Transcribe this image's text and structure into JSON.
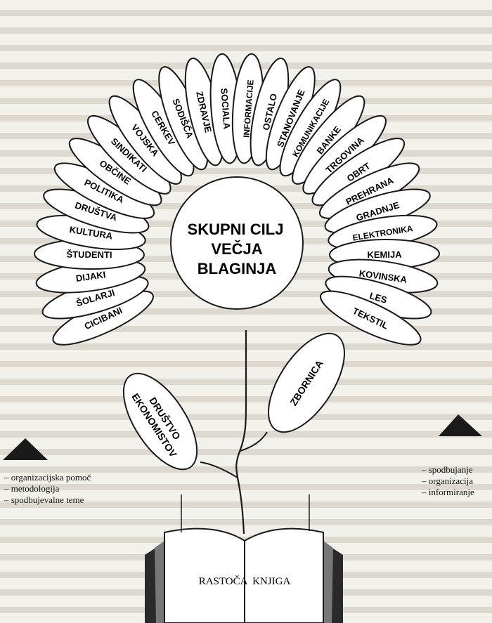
{
  "center": {
    "lines": [
      "SKUPNI CILJ",
      "VEČJA",
      "BLAGINJA"
    ]
  },
  "petals": [
    "CICIBANI",
    "ŠOLARJI",
    "DIJAKI",
    "ŠTUDENTI",
    "KULTURA",
    "DRUŠTVA",
    "POLITIKA",
    "OBČINE",
    "SINDIKATI",
    "VOJSKA",
    "CERKEV",
    "SODIŠČA",
    "ZDRAVJE",
    "SOCIALA",
    "INFORMACIJE",
    "OSTALO",
    "STANOVANJE",
    "KOMUNIKACIJE",
    "BANKE",
    "TRGOVINA",
    "OBRT",
    "PREHRANA",
    "GRADNJE",
    "ELEKTRONIKA",
    "KEMIJA",
    "KOVINSKA",
    "LES",
    "TEKSTIL"
  ],
  "leaves": {
    "left": [
      "DRUŠTVO",
      "EKONOMISTOV"
    ],
    "right": "ZBORNICA"
  },
  "book": {
    "label": "RASTOČA  KNJIGA"
  },
  "legend_left": [
    "organizacijska pomoč",
    "metodologija",
    "spodbujevalne teme"
  ],
  "legend_right": [
    "spodbujanje",
    "organizacija",
    "informiranje"
  ],
  "colors": {
    "ink": "#1a1a1a",
    "fill": "#ffffff",
    "paper": "#f3f1ec"
  }
}
